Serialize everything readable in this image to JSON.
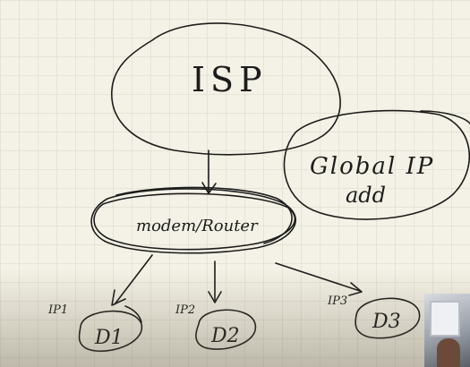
{
  "diagram": {
    "isp_label": "ISP",
    "global_ip_line1": "Global IP",
    "global_ip_line2": "add",
    "router_label": "modem/Router",
    "devices": [
      {
        "ip_label": "IP1",
        "device_label": "D1"
      },
      {
        "ip_label": "IP2",
        "device_label": "D2"
      },
      {
        "ip_label": "IP3",
        "device_label": "D3"
      }
    ]
  },
  "colors": {
    "background": "#f4f2e6",
    "grid": "#d9d7c8",
    "ink": "#1c1c1c"
  }
}
